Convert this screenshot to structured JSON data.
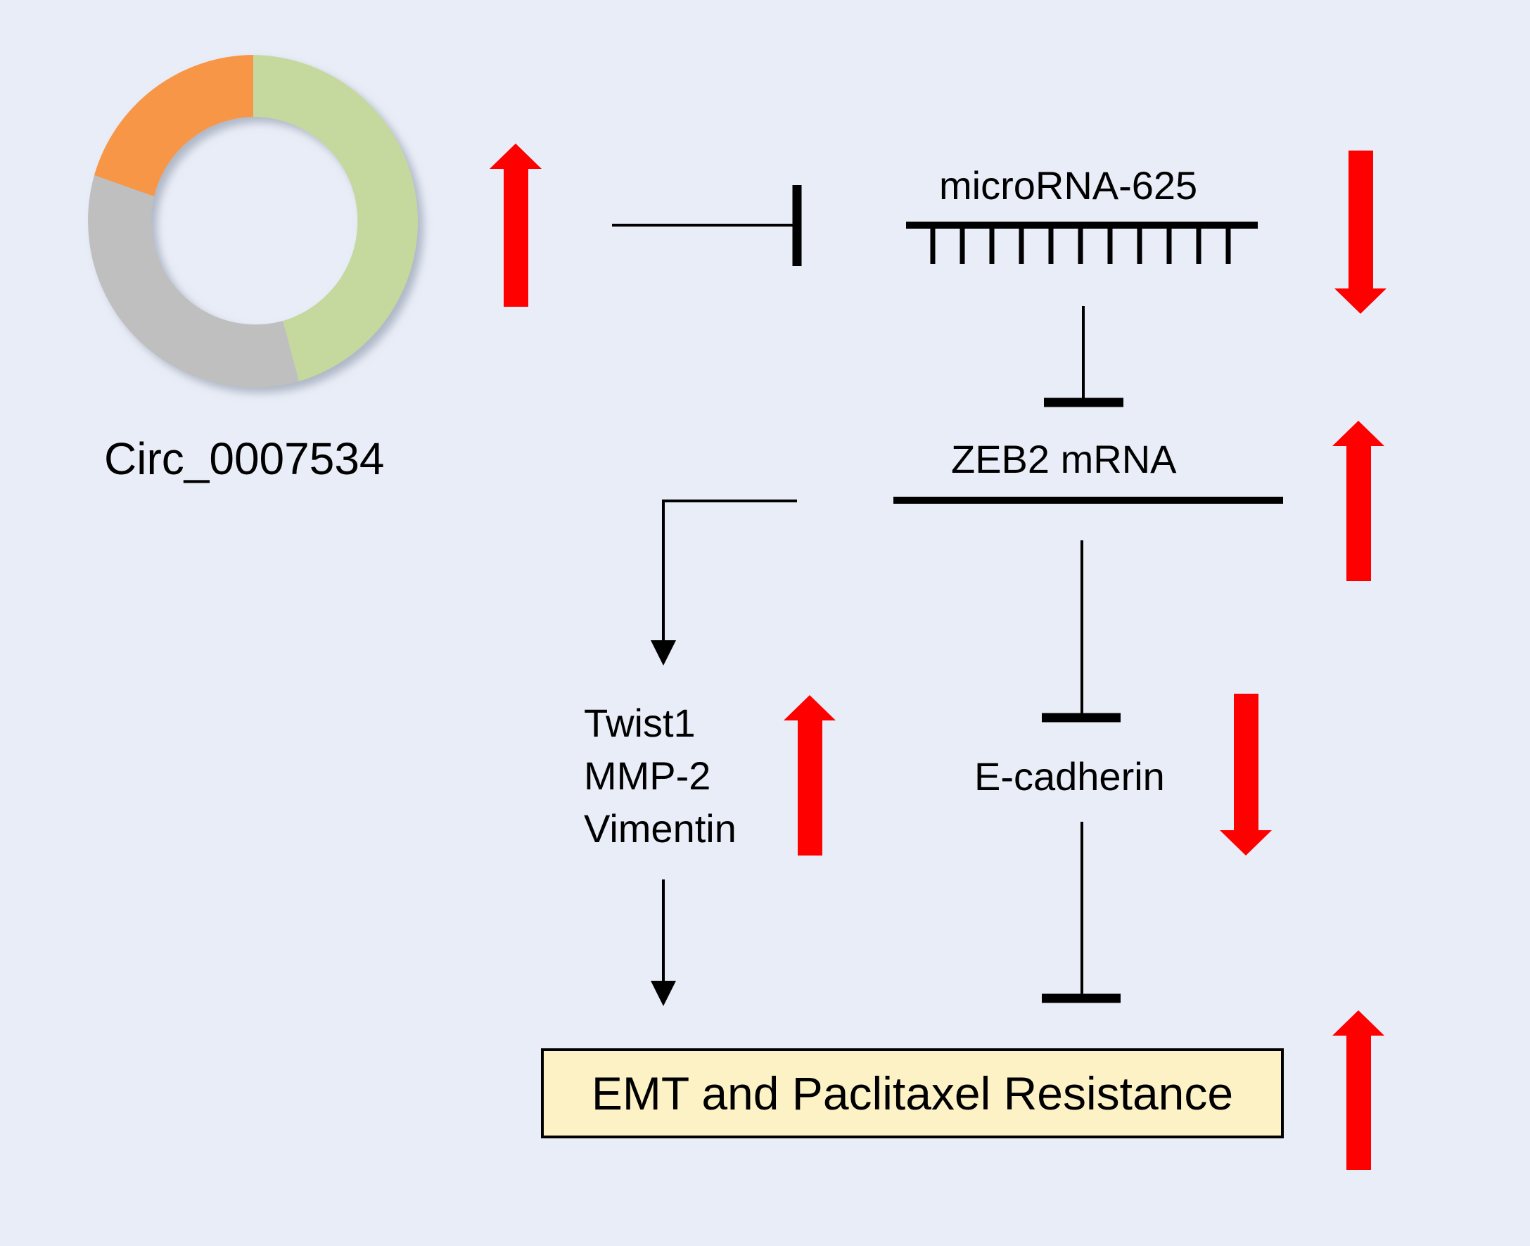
{
  "nodes": {
    "circ_rna": "Circ_0007534",
    "mirna": "microRNA-625",
    "zeb2": "ZEB2 mRNA",
    "twist1": "Twist1",
    "mmp2": "MMP-2",
    "vimentin": "Vimentin",
    "ecadherin": "E-cadherin",
    "outcome": "EMT and Paclitaxel Resistance"
  },
  "colors": {
    "background": "#e9edf7",
    "ring_green": "#c5d99e",
    "ring_orange": "#f79646",
    "ring_gray": "#bfbfbf",
    "arrow_red": "#ff0000",
    "outcome_box": "#fcf2c6"
  },
  "regulation": {
    "circ_rna": "up",
    "mirna": "down",
    "zeb2": "up",
    "twist_mmp_vimentin": "up",
    "ecadherin": "down",
    "outcome": "up"
  },
  "circ_ring_segments": [
    {
      "color": "green",
      "fraction": 0.45
    },
    {
      "color": "gray",
      "fraction": 0.35
    },
    {
      "color": "orange",
      "fraction": 0.2
    }
  ]
}
